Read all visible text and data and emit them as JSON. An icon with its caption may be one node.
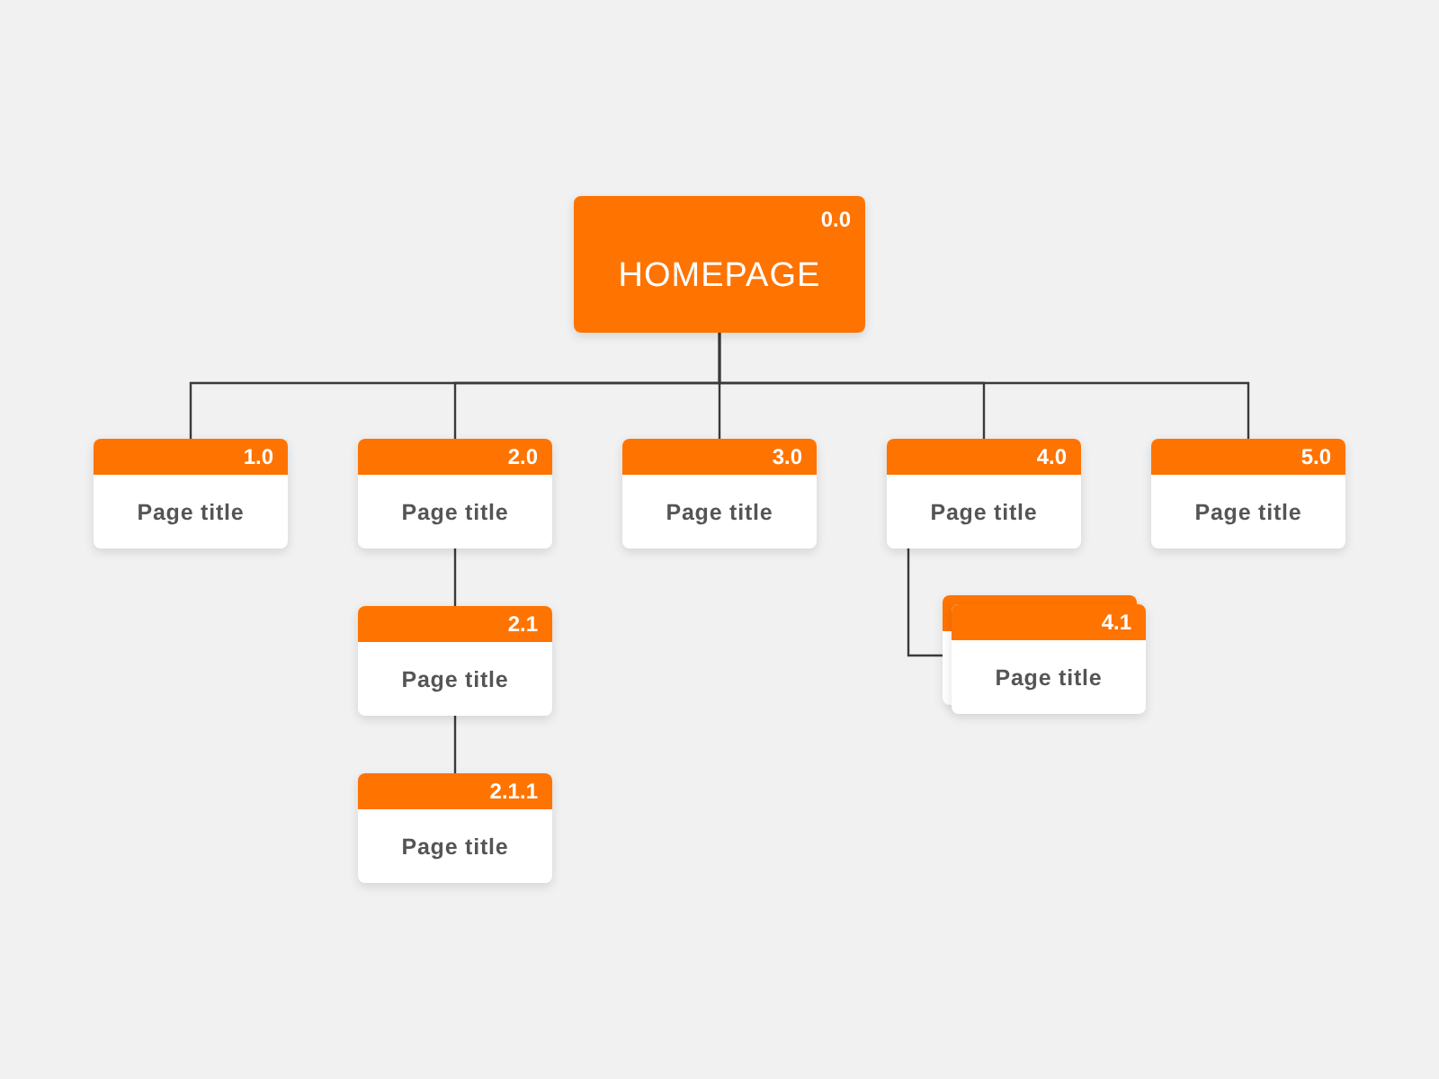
{
  "diagram": {
    "nodes": [
      {
        "text": [
          "0.0",
          "HOMEPAGE"
        ]
      },
      {
        "text": [
          "1.0",
          "Page title"
        ]
      },
      {
        "text": [
          "2.0",
          "Page title"
        ]
      },
      {
        "text": [
          "3.0",
          "Page title"
        ]
      },
      {
        "text": [
          "4.0",
          "Page title"
        ]
      },
      {
        "text": [
          "5.0",
          "Page title"
        ]
      },
      {
        "text": [
          "2.1",
          "Page title"
        ]
      },
      {
        "text": [
          "4.1",
          "Page title"
        ]
      },
      {
        "text": [
          "2.1.1",
          "Page title"
        ]
      }
    ],
    "edges": [
      {
        "from": 0,
        "to": 1,
        "arrow": "none"
      },
      {
        "from": 0,
        "to": 2,
        "arrow": "none"
      },
      {
        "from": 0,
        "to": 3,
        "arrow": "none"
      },
      {
        "from": 0,
        "to": 4,
        "arrow": "none"
      },
      {
        "from": 0,
        "to": 5,
        "arrow": "none"
      },
      {
        "from": 2,
        "to": 6,
        "arrow": "none"
      },
      {
        "from": 4,
        "to": 7,
        "arrow": "none"
      },
      {
        "from": 6,
        "to": 8,
        "arrow": "none"
      }
    ]
  }
}
